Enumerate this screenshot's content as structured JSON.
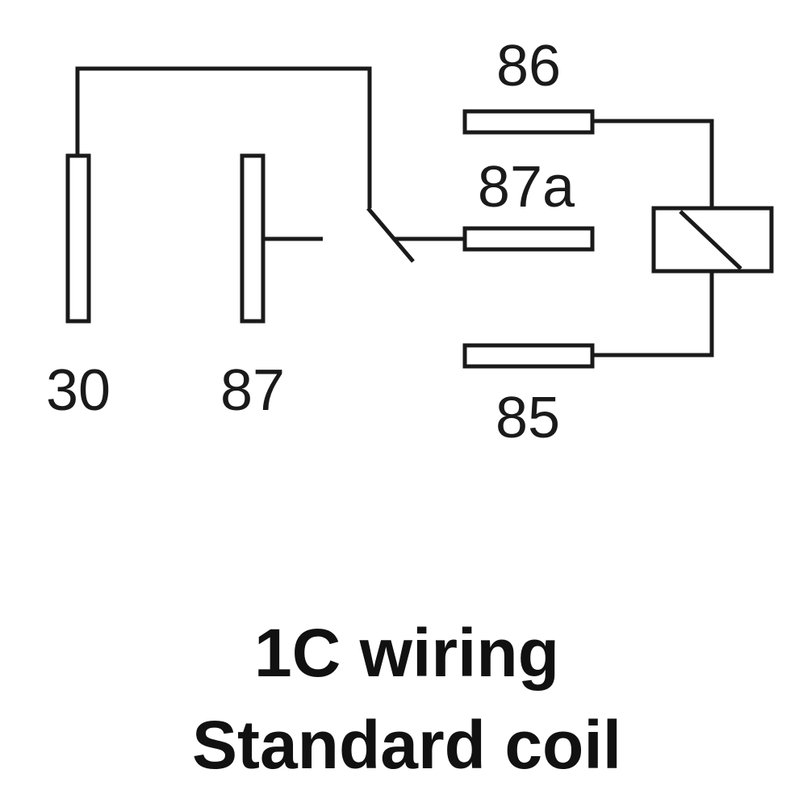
{
  "pins": {
    "p30": "30",
    "p87": "87",
    "p87a": "87a",
    "p86": "86",
    "p85": "85"
  },
  "caption": {
    "line1": "1C wiring",
    "line2": "Standard coil"
  },
  "colors": {
    "line": "#1a1a1a",
    "background": "#ffffff"
  }
}
